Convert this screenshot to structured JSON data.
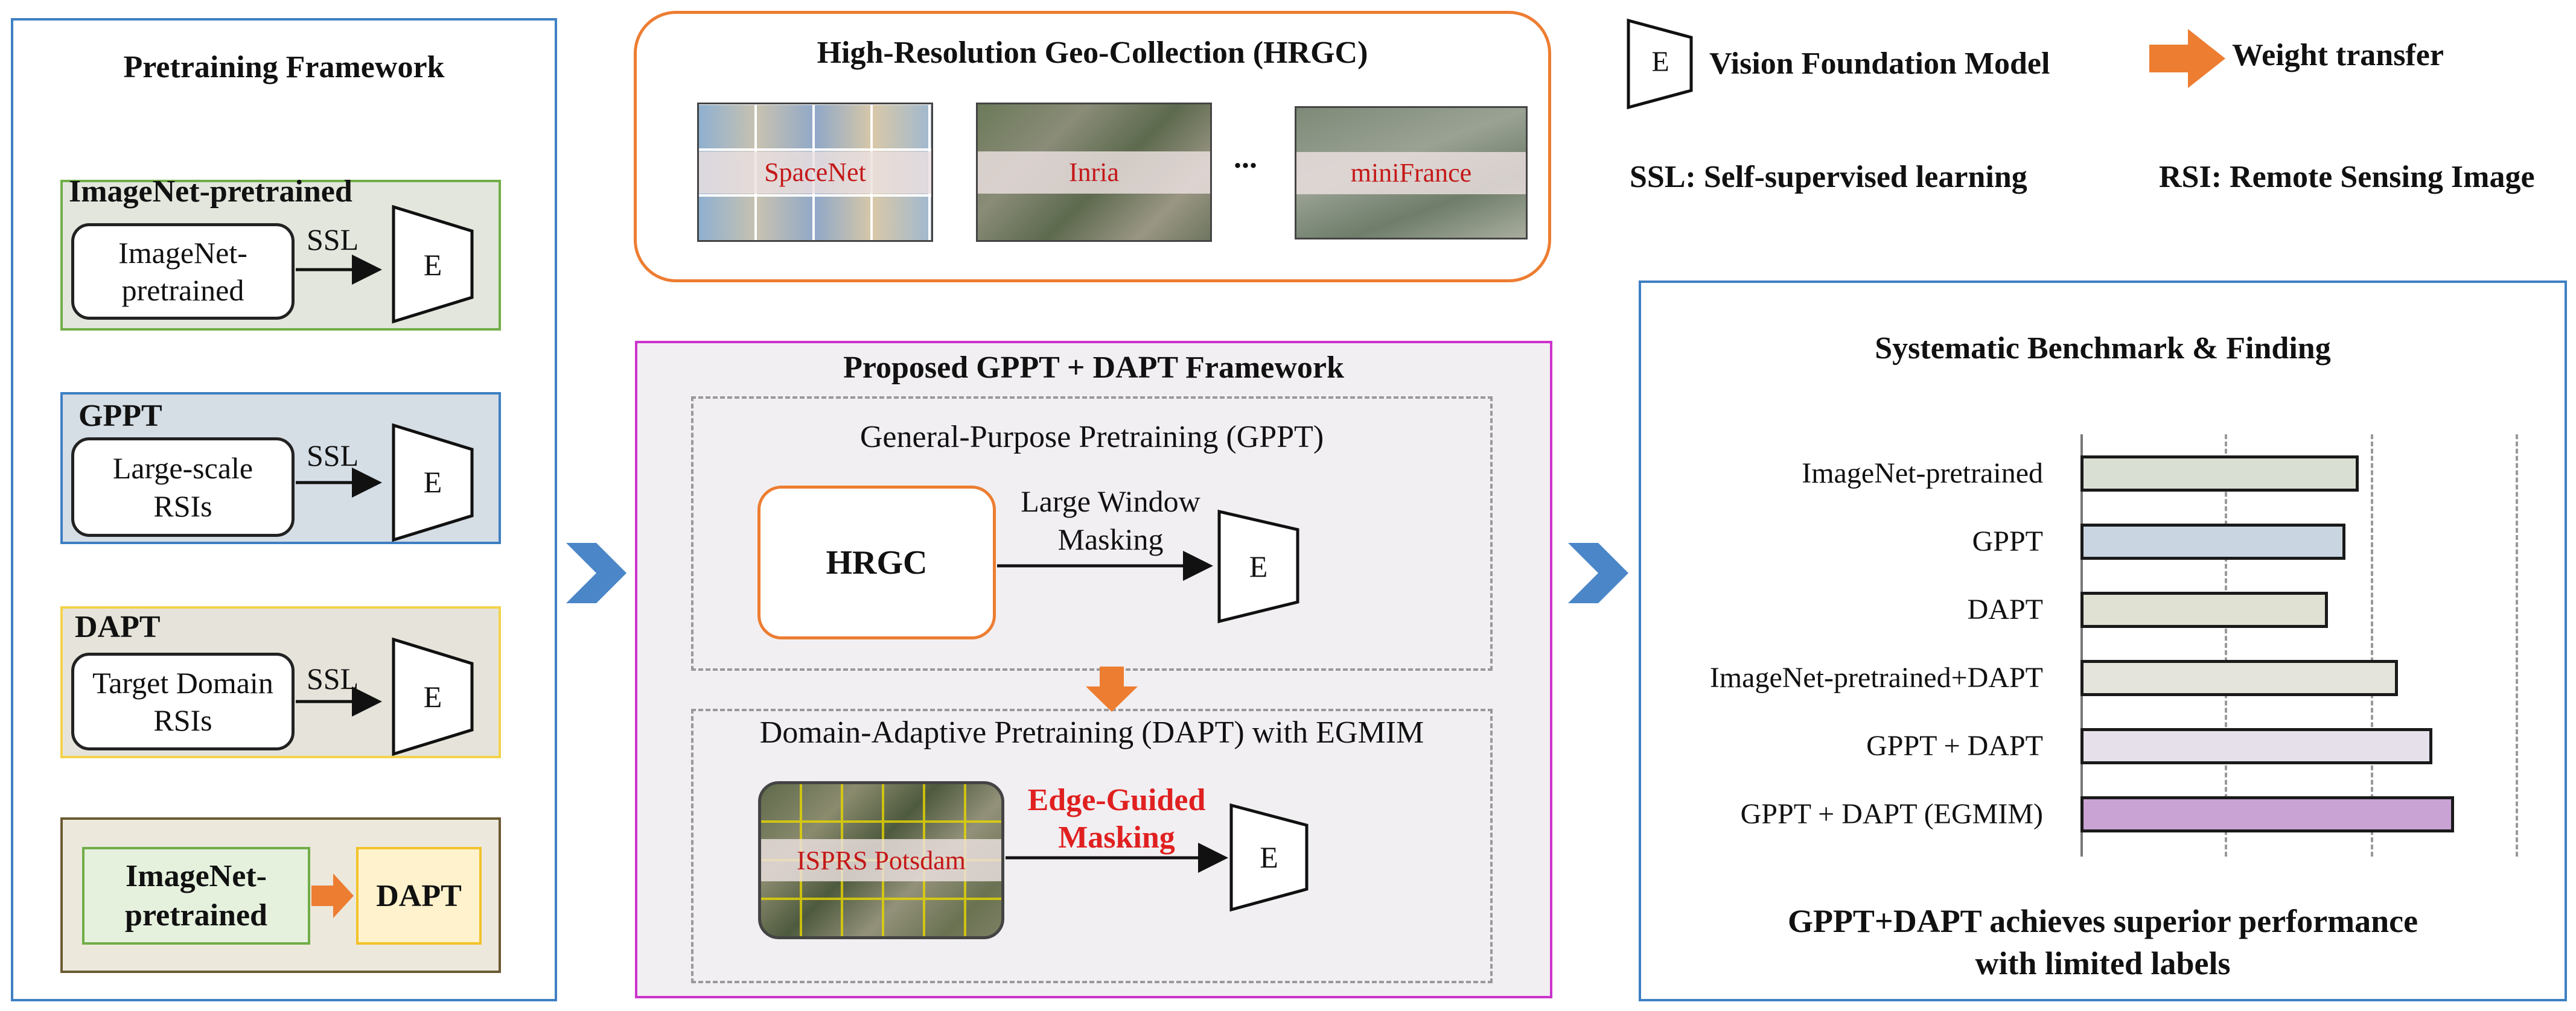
{
  "legend": {
    "encoder_letter": "E",
    "vfm_label": "Vision Foundation Model",
    "weight_transfer_label": "Weight transfer",
    "ssl_def": "SSL: Self-supervised learning",
    "rsi_def": "RSI: Remote Sensing Image"
  },
  "left_panel": {
    "title": "Pretraining Framework",
    "imagenet": {
      "header": "ImageNet-pretrained",
      "source": "ImageNet-\npretrained",
      "arrow": "SSL",
      "enc": "E"
    },
    "gppt": {
      "header": "GPPT",
      "source": "Large-scale\nRSIs",
      "arrow": "SSL",
      "enc": "E"
    },
    "dapt": {
      "header": "DAPT",
      "source": "Target Domain\nRSIs",
      "arrow": "SSL",
      "enc": "E"
    },
    "combo": {
      "left": "ImageNet-\npretrained",
      "right": "DAPT"
    }
  },
  "hrgc": {
    "title": "High-Resolution Geo-Collection (HRGC)",
    "datasets": [
      "SpaceNet",
      "Inria",
      "miniFrance"
    ],
    "ellipsis": "..."
  },
  "proposed": {
    "title": "Proposed GPPT + DAPT Framework",
    "gppt_title": "General-Purpose Pretraining (GPPT)",
    "hrgc_box": "HRGC",
    "gppt_arrow": "Large Window\nMasking",
    "enc": "E",
    "dapt_title": "Domain-Adaptive Pretraining (DAPT) with EGMIM",
    "potsdam": "ISPRS Potsdam",
    "dapt_arrow": "Edge-Guided\nMasking",
    "enc2": "E"
  },
  "benchmark": {
    "title": "Systematic Benchmark & Finding",
    "conclusion": "GPPT+DAPT achieves superior performance\nwith limited labels"
  },
  "chart_data": {
    "type": "bar",
    "orientation": "horizontal",
    "categories": [
      "ImageNet-pretrained",
      "GPPT",
      "DAPT",
      "ImageNet-pretrained+DAPT",
      "GPPT + DAPT",
      "GPPT + DAPT (EGMIM)"
    ],
    "values": [
      0.64,
      0.61,
      0.57,
      0.73,
      0.81,
      0.86
    ],
    "colors": [
      "#d9e0d3",
      "#c9d6e2",
      "#e0e0d3",
      "#e4e4dc",
      "#e6e0ea",
      "#c9a3d4"
    ],
    "axis_labels_shown": false
  },
  "colors": {
    "blue_border": "#3e7fc4",
    "orange": "#ed7d31",
    "magenta": "#cc33cc",
    "red_text": "#c41818",
    "chevron": "#4a86c8"
  }
}
